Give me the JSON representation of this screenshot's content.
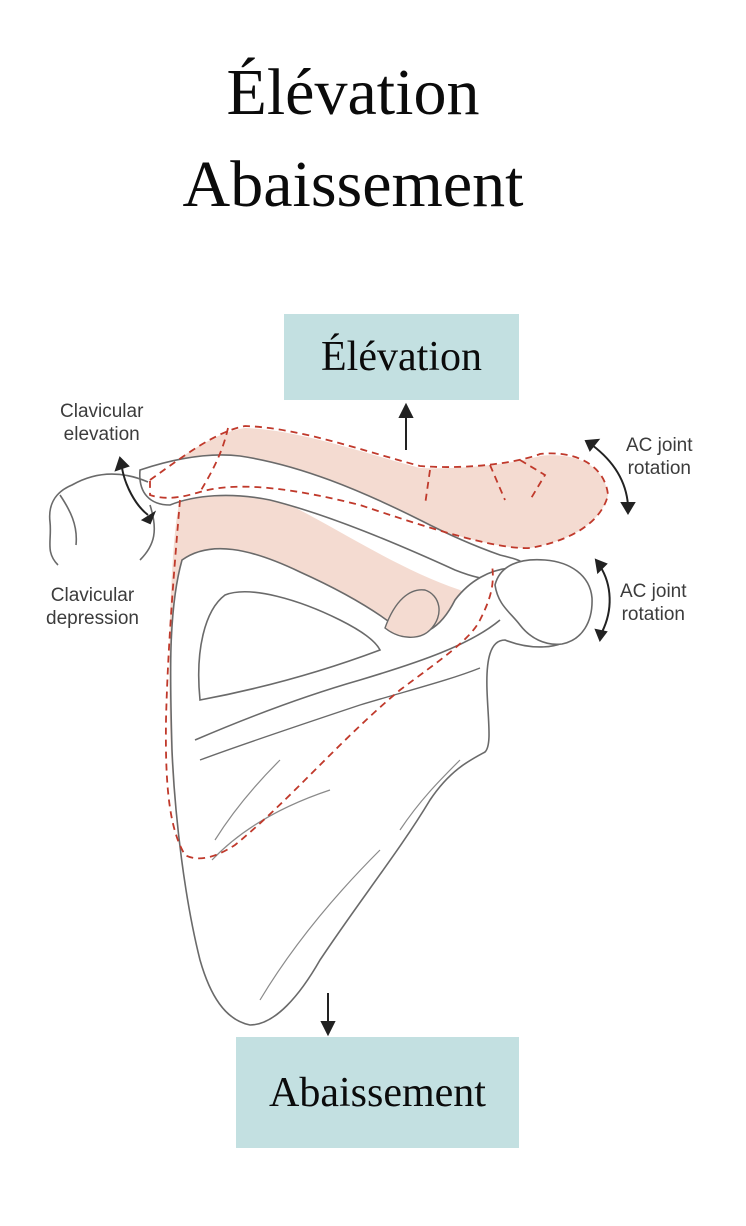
{
  "title": {
    "line1": "Élévation",
    "line2": "Abaissement"
  },
  "boxes": {
    "top": "Élévation",
    "bottom": "Abaissement"
  },
  "labels": {
    "clavicular_elevation": [
      "Clavicular",
      "elevation"
    ],
    "clavicular_depression": [
      "Clavicular",
      "depression"
    ],
    "ac_joint_rotation_upper": [
      "AC joint",
      "rotation"
    ],
    "ac_joint_rotation_lower": [
      "AC joint",
      "rotation"
    ]
  },
  "colors": {
    "box_fill": "#c3e0e1",
    "shaded_fill": "#f4dbd1",
    "dashed_outline": "#c0392b",
    "bone_outline": "#6a6a6a"
  }
}
